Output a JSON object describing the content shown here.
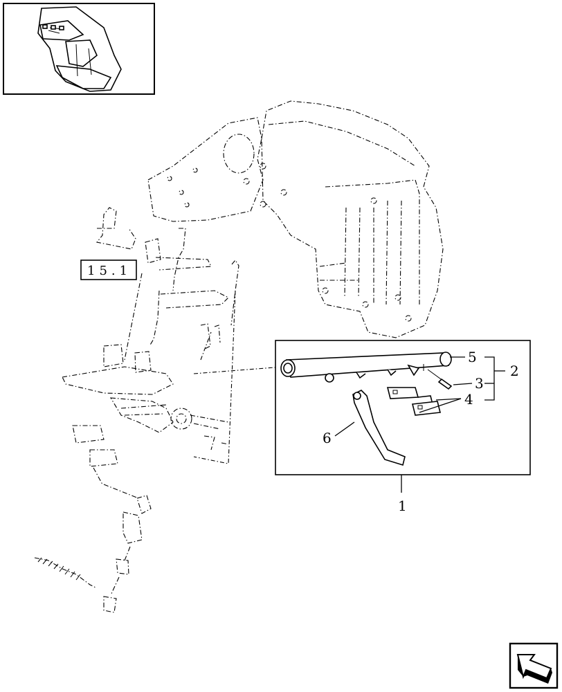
{
  "reference": {
    "text": "15.1"
  },
  "callouts": [
    {
      "id": "1",
      "text": "1"
    },
    {
      "id": "2",
      "text": "2"
    },
    {
      "id": "3",
      "text": "3"
    },
    {
      "id": "4",
      "text": "4"
    },
    {
      "id": "5",
      "text": "5"
    },
    {
      "id": "6",
      "text": "6"
    }
  ],
  "icons": {
    "thumbnail": "assembly-thumbnail",
    "nav": "next-page-arrow-icon"
  }
}
